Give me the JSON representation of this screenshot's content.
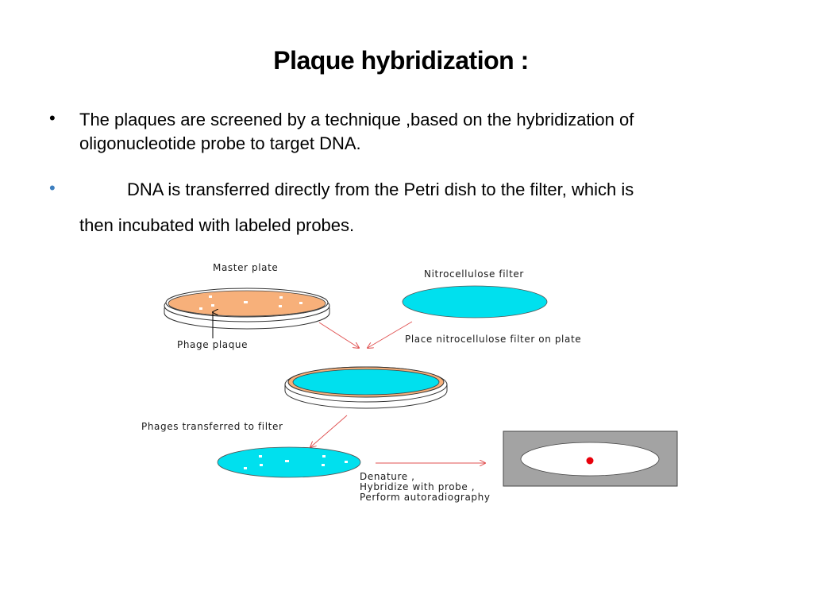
{
  "title": "Plaque hybridization :",
  "bullets": [
    {
      "line1": "The plaques are screened by a  technique ,based on the hybridization  of",
      "line2": "oligonucleotide probe to target  DNA."
    },
    {
      "line1": "DNA is transferred directly from the  Petri dish to the filter, which is",
      "line2": "then incubated with labeled  probes."
    }
  ],
  "bullet_glyph": "•",
  "diagram": {
    "labels": {
      "master_plate": "Master plate",
      "phage_plaque": "Phage plaque",
      "nitrocellulose_filter": "Nitrocellulose filter",
      "place_filter": "Place nitrocellulose filter on plate",
      "phages_transferred": "Phages transferred to filter",
      "step_denature": "Denature ,",
      "step_hybridize": "Hybridize with probe ,",
      "step_autoradiography": "Perform autoradiography"
    },
    "colors": {
      "agar": "#f7b07a",
      "filter": "#00e0ee",
      "film": "#a3a3a3",
      "signal": "#e8000b",
      "arrow": "#e05050"
    }
  }
}
